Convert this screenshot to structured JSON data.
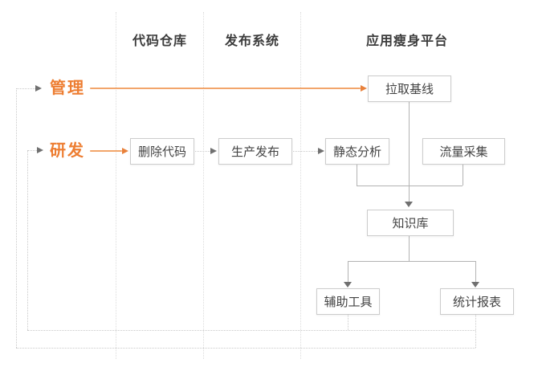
{
  "columns": [
    {
      "label": "代码仓库"
    },
    {
      "label": "发布系统"
    },
    {
      "label": "应用瘦身平台"
    }
  ],
  "actors": [
    {
      "label": "管理"
    },
    {
      "label": "研发"
    }
  ],
  "nodes": [
    {
      "label": "拉取基线"
    },
    {
      "label": "删除代码"
    },
    {
      "label": "生产发布"
    },
    {
      "label": "静态分析"
    },
    {
      "label": "流量采集"
    },
    {
      "label": "知识库"
    },
    {
      "label": "辅助工具"
    },
    {
      "label": "统计报表"
    }
  ],
  "edges": [
    {
      "from": "管理",
      "to": "拉取基线",
      "style": "solid-orange-arrow"
    },
    {
      "from": "研发",
      "to": "删除代码",
      "style": "solid-orange-arrow"
    },
    {
      "from": "删除代码",
      "to": "生产发布",
      "style": "dotted-gray-arrow"
    },
    {
      "from": "生产发布",
      "to": "静态分析",
      "style": "dotted-gray-arrow"
    },
    {
      "from": "拉取基线",
      "to": "知识库",
      "style": "solid-gray-arrow"
    },
    {
      "from": "静态分析",
      "to": "知识库",
      "style": "solid-gray-merge"
    },
    {
      "from": "流量采集",
      "to": "知识库",
      "style": "solid-gray-merge"
    },
    {
      "from": "知识库",
      "to": "辅助工具",
      "style": "solid-gray-arrow"
    },
    {
      "from": "知识库",
      "to": "统计报表",
      "style": "solid-gray-arrow"
    },
    {
      "from": "辅助工具",
      "to": "研发",
      "style": "dotted-gray-feedback-arrow"
    },
    {
      "from": "统计报表",
      "to": "管理",
      "style": "dotted-gray-feedback-arrow"
    }
  ],
  "colors": {
    "actor_text": "#ed7d31",
    "orange_line": "#f2a56b",
    "orange_arrowhead": "#e8813b",
    "header_text": "#3c3c3c",
    "node_text": "#444444",
    "node_border": "#cccccc",
    "solid_line": "#b3b3b3",
    "dotted_line": "#c9c9c9",
    "separator_line": "#dcdcdc",
    "gray_arrowhead": "#707070",
    "background": "#ffffff"
  }
}
